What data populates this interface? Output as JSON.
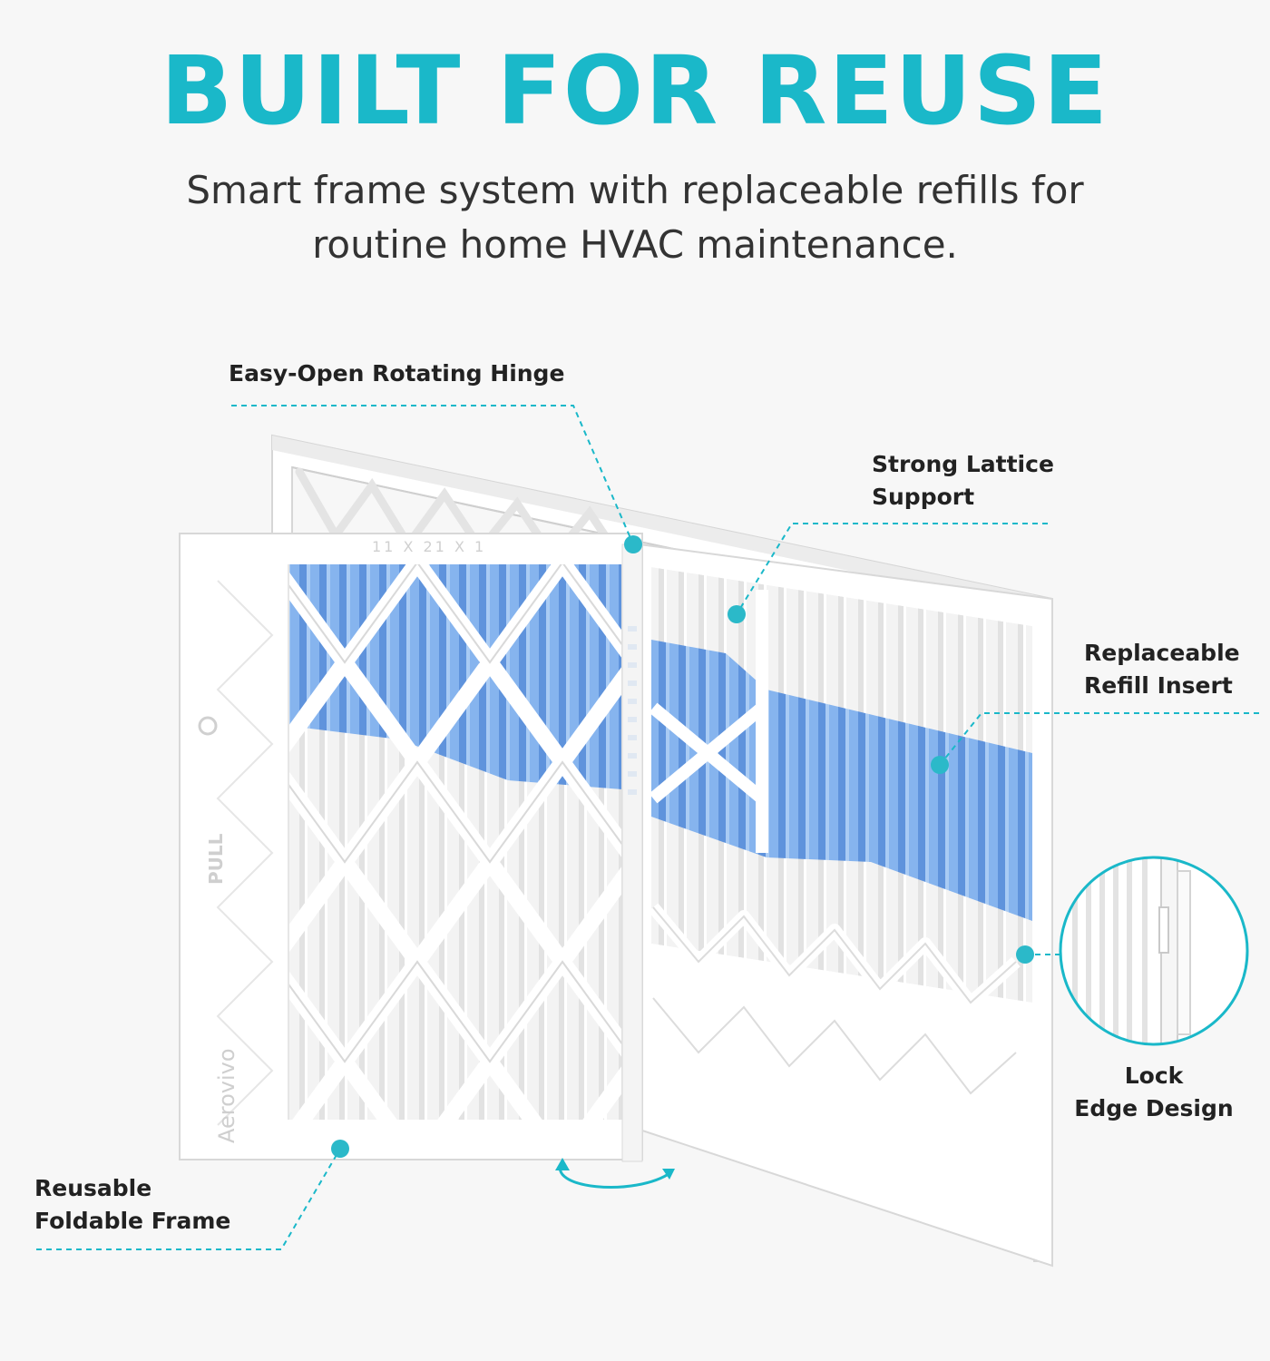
{
  "header": {
    "title": "BUILT FOR REUSE",
    "subtitle": "Smart frame system with replaceable refills for routine home HVAC maintenance."
  },
  "callouts": {
    "hinge": "Easy-Open Rotating Hinge",
    "lattice": "Strong Lattice\nSupport",
    "refill": "Replaceable\nRefill Insert",
    "lock": "Lock\nEdge Design",
    "frame": "Reusable\nFoldable Frame"
  },
  "product_marks": {
    "brand": "Aerovivo",
    "pull": "PULL",
    "size": "11 X 21 X 1"
  },
  "colors": {
    "accent": "#1ab8c9",
    "filter_blue": "#7fb0ec",
    "frame_white": "#ffffff",
    "text": "#222222"
  }
}
